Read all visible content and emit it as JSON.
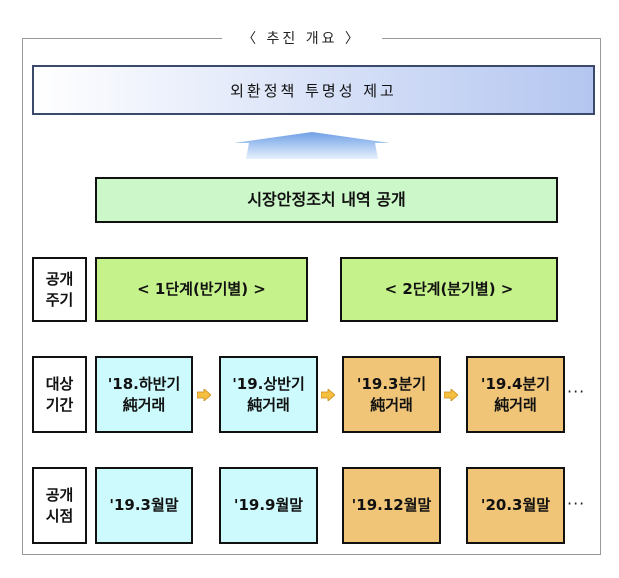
{
  "title": "〈 추진 개요 〉",
  "goal": "외환정책 투명성 제고",
  "main": "시장안정조치 내역 공개",
  "rows": {
    "cycle": {
      "label": "공개\n주기",
      "stages": [
        "< 1단계(반기별) >",
        "< 2단계(분기별) >"
      ]
    },
    "period": {
      "label": "대상\n기간",
      "items": [
        "'18.하반기\n純거래",
        "'19.상반기\n純거래",
        "'19.3분기\n純거래",
        "'19.4분기\n純거래"
      ]
    },
    "release": {
      "label": "공개\n시점",
      "items": [
        "'19.3월말",
        "'19.9월말",
        "'19.12월말",
        "'20.3월말"
      ]
    }
  },
  "ellipsis": "···",
  "colors": {
    "half": "#cdfbfd",
    "quarter": "#f0c578",
    "stage": "#c5f28a",
    "main": "#ccf7c8"
  }
}
